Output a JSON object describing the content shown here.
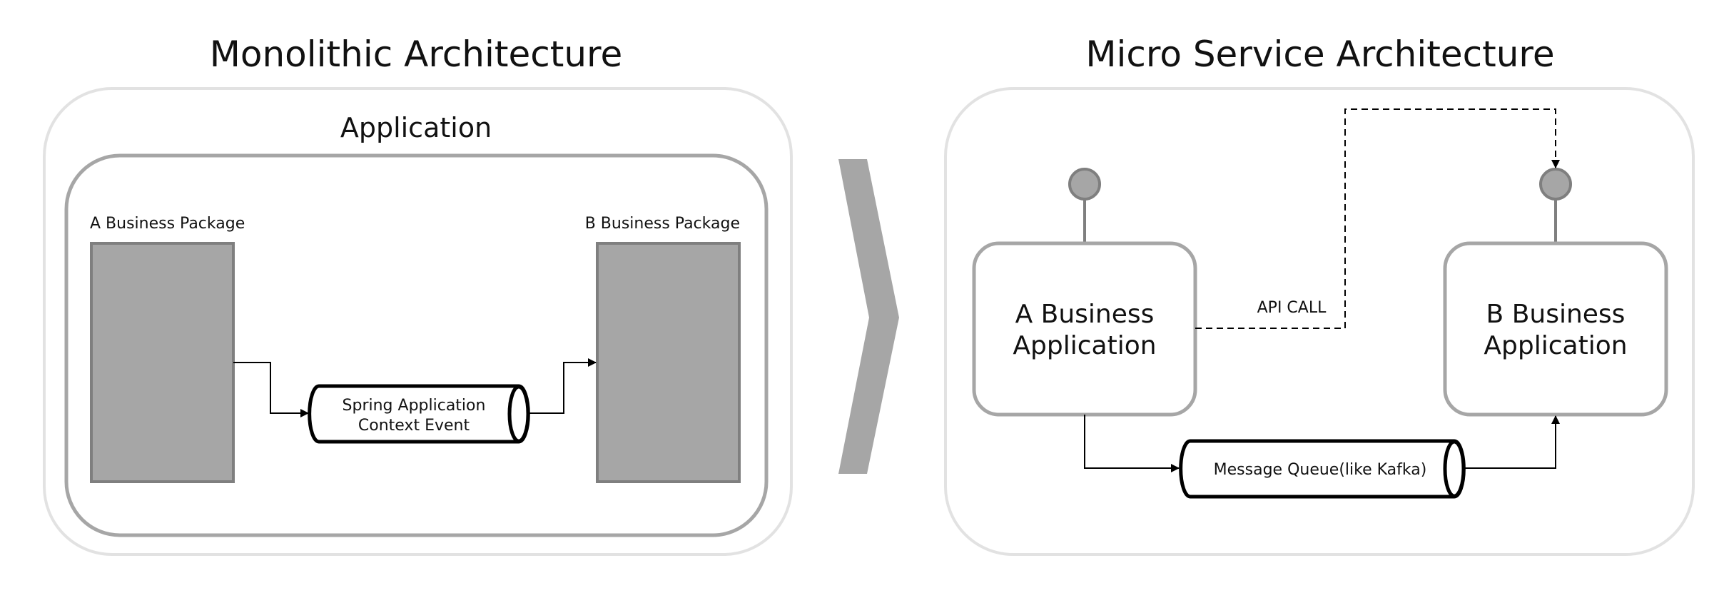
{
  "titles": {
    "left": "Monolithic Architecture",
    "right": "Micro Service Architecture"
  },
  "monolith": {
    "application_label": "Application",
    "package_a_label": "A Business Package",
    "package_b_label": "B Business Package",
    "event_line1": "Spring Application",
    "event_line2": "Context Event"
  },
  "microservice": {
    "app_a_line1": "A Business",
    "app_a_line2": "Application",
    "app_b_line1": "B Business",
    "app_b_line2": "Application",
    "api_call_label": "API CALL",
    "queue_label": "Message Queue(like Kafka)"
  },
  "colors": {
    "outer_border": "#e2e2e2",
    "inner_border": "#a6a6a6",
    "package_fill": "#a6a6a6",
    "package_border": "#7f7f7f",
    "chevron": "#a6a6a6",
    "node_fill": "#a6a6a6",
    "node_border": "#7f7f7f",
    "line": "#000000"
  }
}
